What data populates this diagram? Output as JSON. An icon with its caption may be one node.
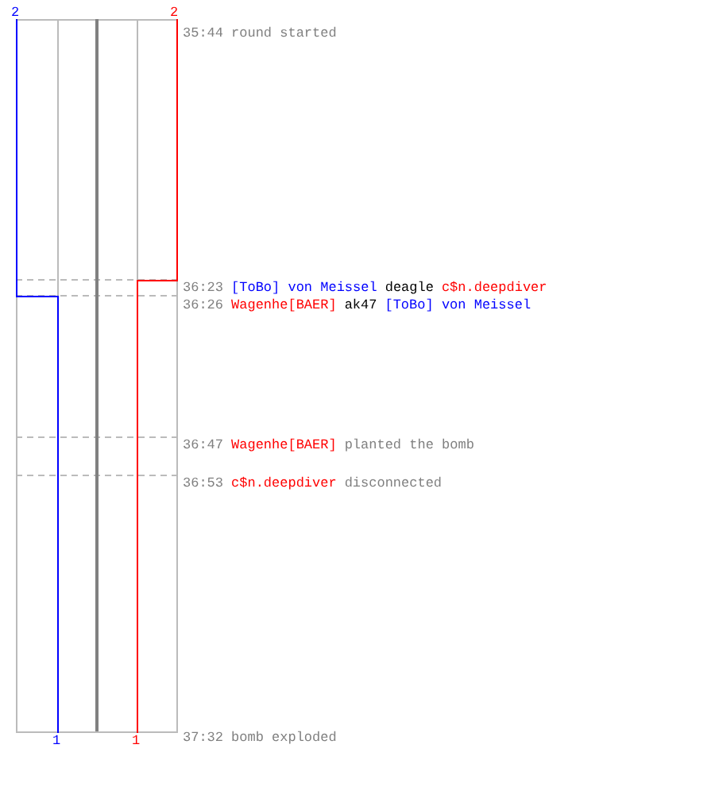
{
  "diagram": {
    "labels": [
      "2",
      "2",
      "35:44",
      "round started",
      "36:23",
      "[ToBo] von Meissel",
      "deagle",
      "c$n.deepdiver",
      "36:26",
      "Wagenhe[BAER]",
      "ak47",
      "[ToBo] von Meissel",
      "36:47",
      "Wagenhe[BAER]",
      "planted the bomb",
      "36:53",
      "c$n.deepdiver",
      "disconnected",
      "1",
      "1",
      "37:32",
      "bomb exploded"
    ]
  }
}
